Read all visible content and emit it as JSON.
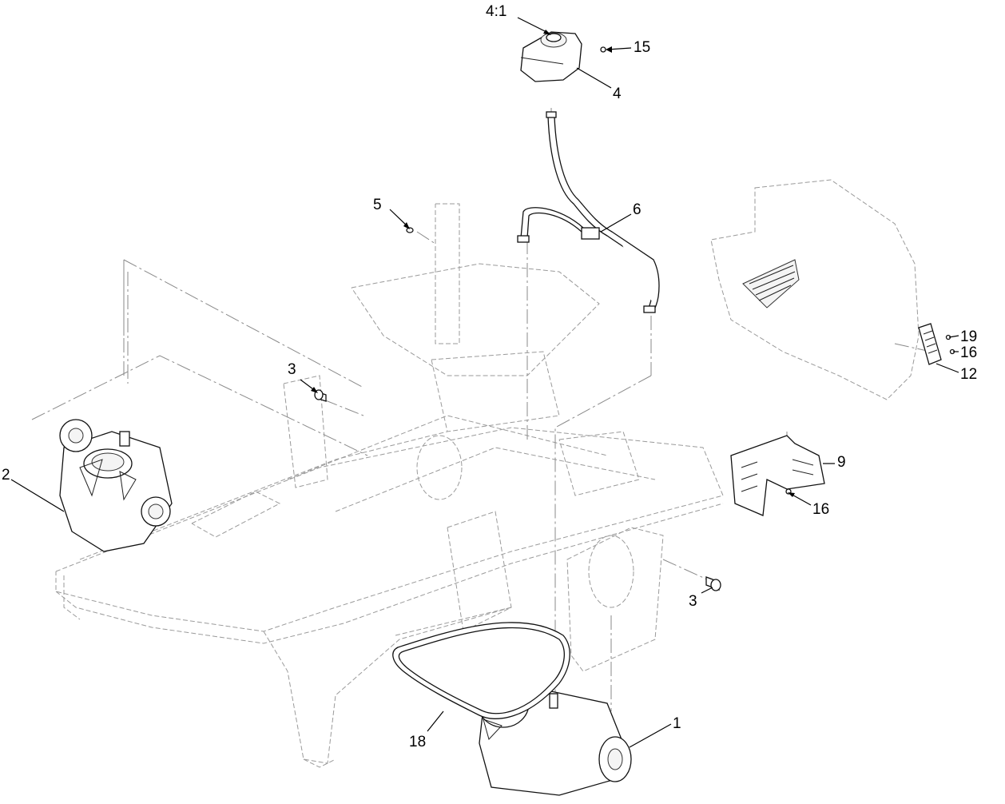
{
  "diagram": {
    "callouts": [
      {
        "id": "c-4-1",
        "label": "4:1"
      },
      {
        "id": "c-15",
        "label": "15"
      },
      {
        "id": "c-4",
        "label": "4"
      },
      {
        "id": "c-5",
        "label": "5"
      },
      {
        "id": "c-6",
        "label": "6"
      },
      {
        "id": "c-19",
        "label": "19"
      },
      {
        "id": "c-16a",
        "label": "16"
      },
      {
        "id": "c-12",
        "label": "12"
      },
      {
        "id": "c-3a",
        "label": "3"
      },
      {
        "id": "c-2",
        "label": "2"
      },
      {
        "id": "c-9",
        "label": "9"
      },
      {
        "id": "c-16b",
        "label": "16"
      },
      {
        "id": "c-3b",
        "label": "3"
      },
      {
        "id": "c-18",
        "label": "18"
      },
      {
        "id": "c-1",
        "label": "1"
      }
    ]
  }
}
